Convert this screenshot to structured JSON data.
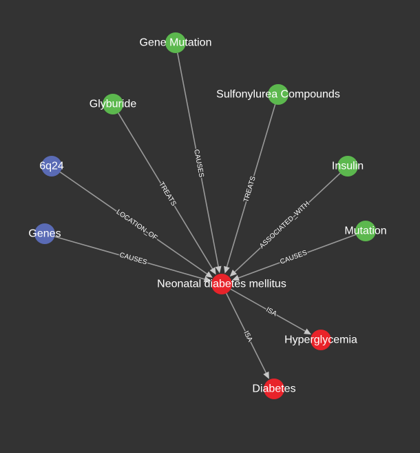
{
  "colors": {
    "background": "#333333",
    "green": "#5cb84e",
    "blue": "#5a6bb5",
    "red": "#e8232a",
    "edge": "#9a9a9a",
    "label": "#ffffff"
  },
  "nodes": [
    {
      "id": "neonatal",
      "label": "Neonatal diabetes mellitus",
      "group": "red"
    },
    {
      "id": "gene_mutation",
      "label": "Gene Mutation",
      "group": "green"
    },
    {
      "id": "sulfonylurea",
      "label": "Sulfonylurea Compounds",
      "group": "green"
    },
    {
      "id": "glyburide",
      "label": "Glyburide",
      "group": "green"
    },
    {
      "id": "insulin",
      "label": "Insulin",
      "group": "green"
    },
    {
      "id": "mutation",
      "label": "Mutation",
      "group": "green"
    },
    {
      "id": "6q24",
      "label": "6q24",
      "group": "blue"
    },
    {
      "id": "genes",
      "label": "Genes",
      "group": "blue"
    },
    {
      "id": "hyperglycemia",
      "label": "Hyperglycemia",
      "group": "red"
    },
    {
      "id": "diabetes",
      "label": "Diabetes",
      "group": "red"
    }
  ],
  "edges": [
    {
      "source": "gene_mutation",
      "target": "neonatal",
      "label": "CAUSES"
    },
    {
      "source": "glyburide",
      "target": "neonatal",
      "label": "TREATS"
    },
    {
      "source": "sulfonylurea",
      "target": "neonatal",
      "label": "TREATS"
    },
    {
      "source": "6q24",
      "target": "neonatal",
      "label": "LOCATION_OF"
    },
    {
      "source": "insulin",
      "target": "neonatal",
      "label": "ASSOCIATED_WITH"
    },
    {
      "source": "genes",
      "target": "neonatal",
      "label": "CAUSES"
    },
    {
      "source": "mutation",
      "target": "neonatal",
      "label": "CAUSES"
    },
    {
      "source": "neonatal",
      "target": "hyperglycemia",
      "label": "ISA"
    },
    {
      "source": "neonatal",
      "target": "diabetes",
      "label": "ISA"
    }
  ]
}
